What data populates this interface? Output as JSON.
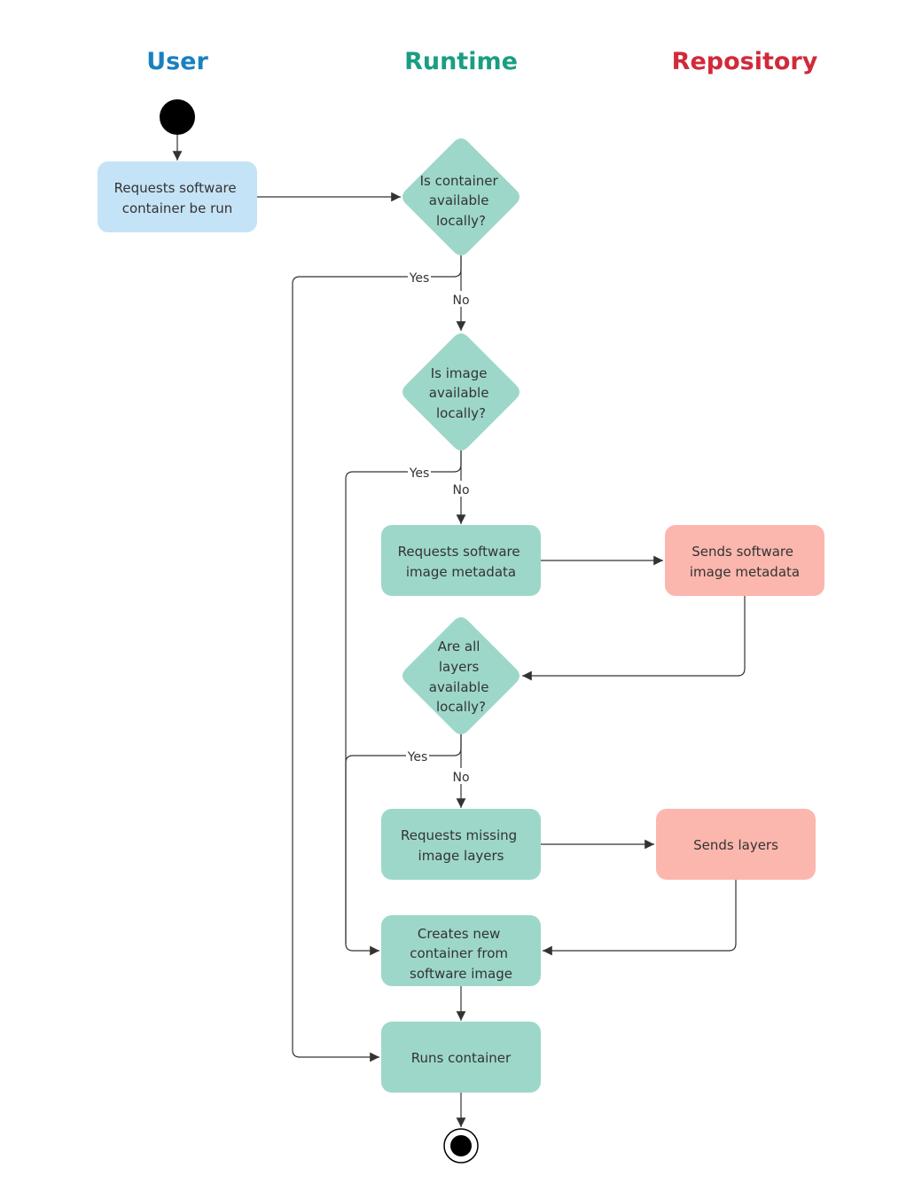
{
  "lanes": {
    "user": {
      "title": "User",
      "color": "#1a80c0"
    },
    "runtime": {
      "title": "Runtime",
      "color": "#1a9e82"
    },
    "repository": {
      "title": "Repository",
      "color": "#d12a3a"
    }
  },
  "colors": {
    "user_node": "#c5e3f6",
    "runtime_node": "#9dd7ca",
    "repository_node": "#fbb7ad",
    "edge": "#333333",
    "start_end": "#000000"
  },
  "nodes": {
    "request_run": {
      "lines": [
        "Requests software",
        "container be run"
      ]
    },
    "container_available": {
      "lines": [
        "Is container",
        "available",
        "locally?"
      ]
    },
    "image_available": {
      "lines": [
        "Is image",
        "available",
        "locally?"
      ]
    },
    "request_metadata": {
      "lines": [
        "Requests software",
        "image metadata"
      ]
    },
    "send_metadata": {
      "lines": [
        "Sends software",
        "image metadata"
      ]
    },
    "layers_available": {
      "lines": [
        "Are all",
        "layers",
        "available",
        "locally?"
      ]
    },
    "request_layers": {
      "lines": [
        "Requests missing",
        "image layers"
      ]
    },
    "send_layers": {
      "lines": [
        "Sends layers"
      ]
    },
    "create_container": {
      "lines": [
        "Creates new",
        "container from",
        "software image"
      ]
    },
    "run_container": {
      "lines": [
        "Runs container"
      ]
    }
  },
  "edge_labels": {
    "yes": "Yes",
    "no": "No"
  }
}
